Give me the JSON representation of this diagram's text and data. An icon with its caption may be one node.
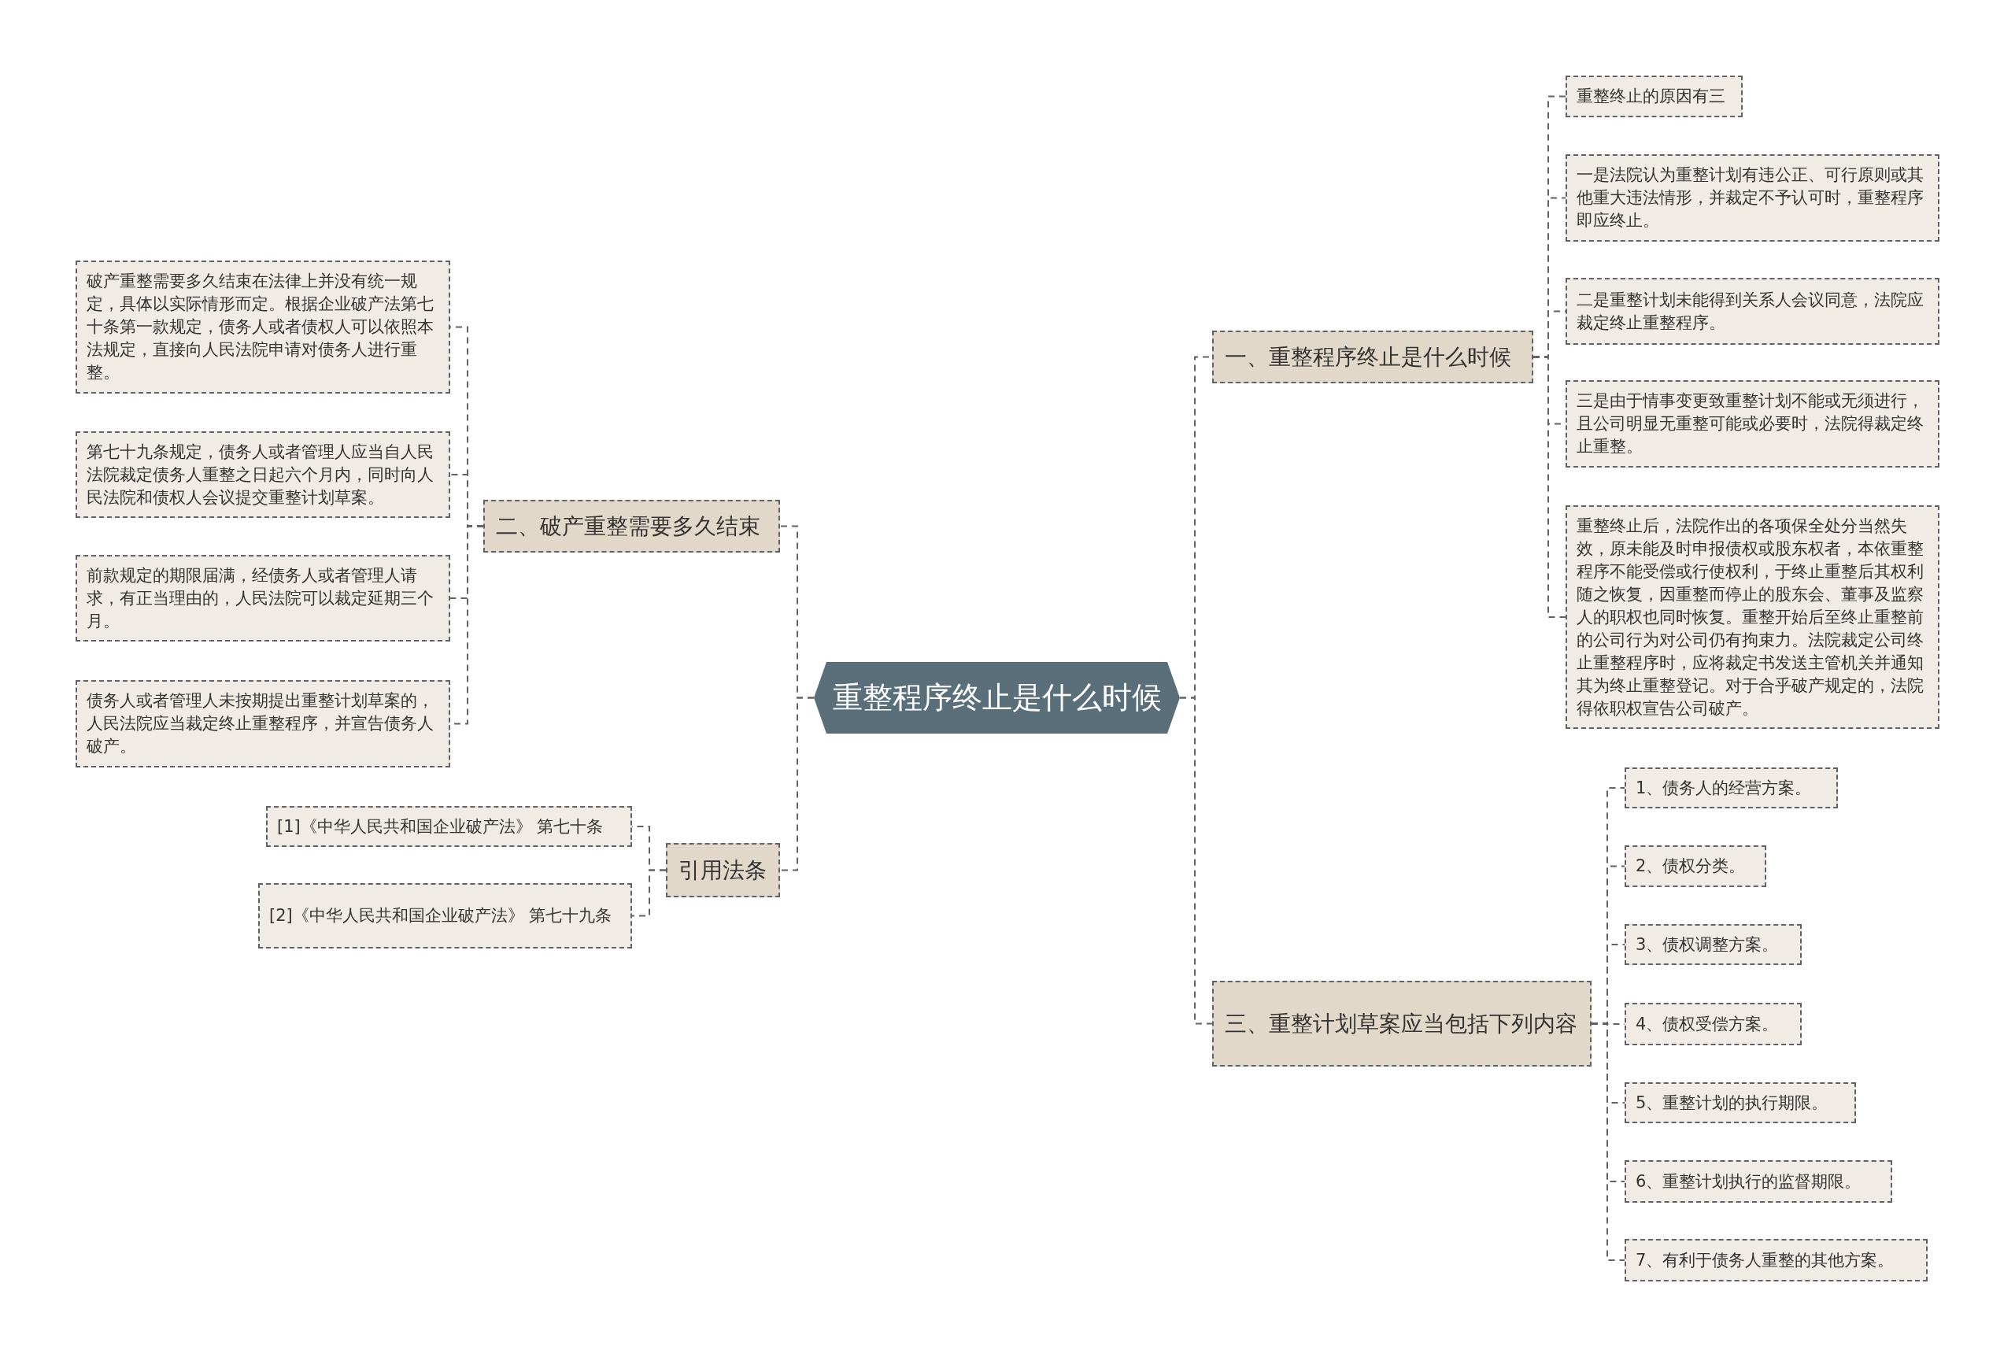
{
  "diagram": {
    "nodes": [
      {
        "text": [
          "重整程序终止是什么时候"
        ]
      },
      {
        "text": [
          "一、重整程序终止是什么时候"
        ]
      },
      {
        "text": [
          "重整终止的原因有三"
        ]
      },
      {
        "text": [
          "一是法院认为重整计划有违公正、可行原则或其他重大违法情形，并裁定不予认可时，重整程序即应终止。"
        ]
      },
      {
        "text": [
          "二是重整计划未能得到关系人会议同意，法院应裁定终止重整程序。"
        ]
      },
      {
        "text": [
          "三是由于情事变更致重整计划不能或无须进行，且公司明显无重整可能或必要时，法院得裁定终止重整。"
        ]
      },
      {
        "text": [
          "重整终止后，法院作出的各项保全处分当然失效，原未能及时申报债权或股东权者，本依重整程序不能受偿或行使权利，于终止重整后其权利随之恢复，因重整而停止的股东会、董事及监察人的职权也同时恢复。重整开始后至终止重整前的公司行为对公司仍有拘束力。法院裁定公司终止重整程序时，应将裁定书发送主管机关并通知其为终止重整登记。对于合乎破产规定的，法院得依职权宣告公司破产。"
        ]
      },
      {
        "text": [
          "二、破产重整需要多久结束"
        ]
      },
      {
        "text": [
          "破产重整需要多久结束在法律上并没有统一规定，具体以实际情形而定。根据企业破产法第七十条第一款规定，债务人或者债权人可以依照本法规定，直接向人民法院申请对债务人进行重整。"
        ]
      },
      {
        "text": [
          "第七十九条规定，债务人或者管理人应当自人民法院裁定债务人重整之日起六个月内，同时向人民法院和债权人会议提交重整计划草案。"
        ]
      },
      {
        "text": [
          "前款规定的期限届满，经债务人或者管理人请求，有正当理由的，人民法院可以裁定延期三个月。"
        ]
      },
      {
        "text": [
          "债务人或者管理人未按期提出重整计划草案的，人民法院应当裁定终止重整程序，并宣告债务人破产。"
        ]
      },
      {
        "text": [
          "引用法条"
        ]
      },
      {
        "text": [
          "[1]《中华人民共和国企业破产法》 第七十条"
        ]
      },
      {
        "text": [
          "[2]《中华人民共和国企业破产法》 第七十九条"
        ]
      },
      {
        "text": [
          "三、重整计划草案应当包括下列内容"
        ]
      },
      {
        "text": [
          "1、债务人的经营方案。"
        ]
      },
      {
        "text": [
          "2、债权分类。"
        ]
      },
      {
        "text": [
          "3、债权调整方案。"
        ]
      },
      {
        "text": [
          "4、债权受偿方案。"
        ]
      },
      {
        "text": [
          "5、重整计划的执行期限。"
        ]
      },
      {
        "text": [
          "6、重整计划执行的监督期限。"
        ]
      },
      {
        "text": [
          "7、有利于债务人重整的其他方案。"
        ]
      }
    ],
    "edges": [
      {
        "from": 0,
        "to": 1,
        "arrow": "none"
      },
      {
        "from": 1,
        "to": 2,
        "arrow": "none"
      },
      {
        "from": 1,
        "to": 3,
        "arrow": "none"
      },
      {
        "from": 1,
        "to": 4,
        "arrow": "none"
      },
      {
        "from": 1,
        "to": 5,
        "arrow": "none"
      },
      {
        "from": 1,
        "to": 6,
        "arrow": "none"
      },
      {
        "from": 0,
        "to": 7,
        "arrow": "none"
      },
      {
        "from": 7,
        "to": 8,
        "arrow": "none"
      },
      {
        "from": 7,
        "to": 9,
        "arrow": "none"
      },
      {
        "from": 7,
        "to": 10,
        "arrow": "none"
      },
      {
        "from": 7,
        "to": 11,
        "arrow": "none"
      },
      {
        "from": 0,
        "to": 12,
        "arrow": "none"
      },
      {
        "from": 12,
        "to": 13,
        "arrow": "none"
      },
      {
        "from": 12,
        "to": 14,
        "arrow": "none"
      },
      {
        "from": 0,
        "to": 15,
        "arrow": "none"
      },
      {
        "from": 15,
        "to": 16,
        "arrow": "none"
      },
      {
        "from": 15,
        "to": 17,
        "arrow": "none"
      },
      {
        "from": 15,
        "to": 18,
        "arrow": "none"
      },
      {
        "from": 15,
        "to": 19,
        "arrow": "none"
      },
      {
        "from": 15,
        "to": 20,
        "arrow": "none"
      },
      {
        "from": 15,
        "to": 21,
        "arrow": "none"
      },
      {
        "from": 15,
        "to": 22,
        "arrow": "none"
      }
    ]
  }
}
